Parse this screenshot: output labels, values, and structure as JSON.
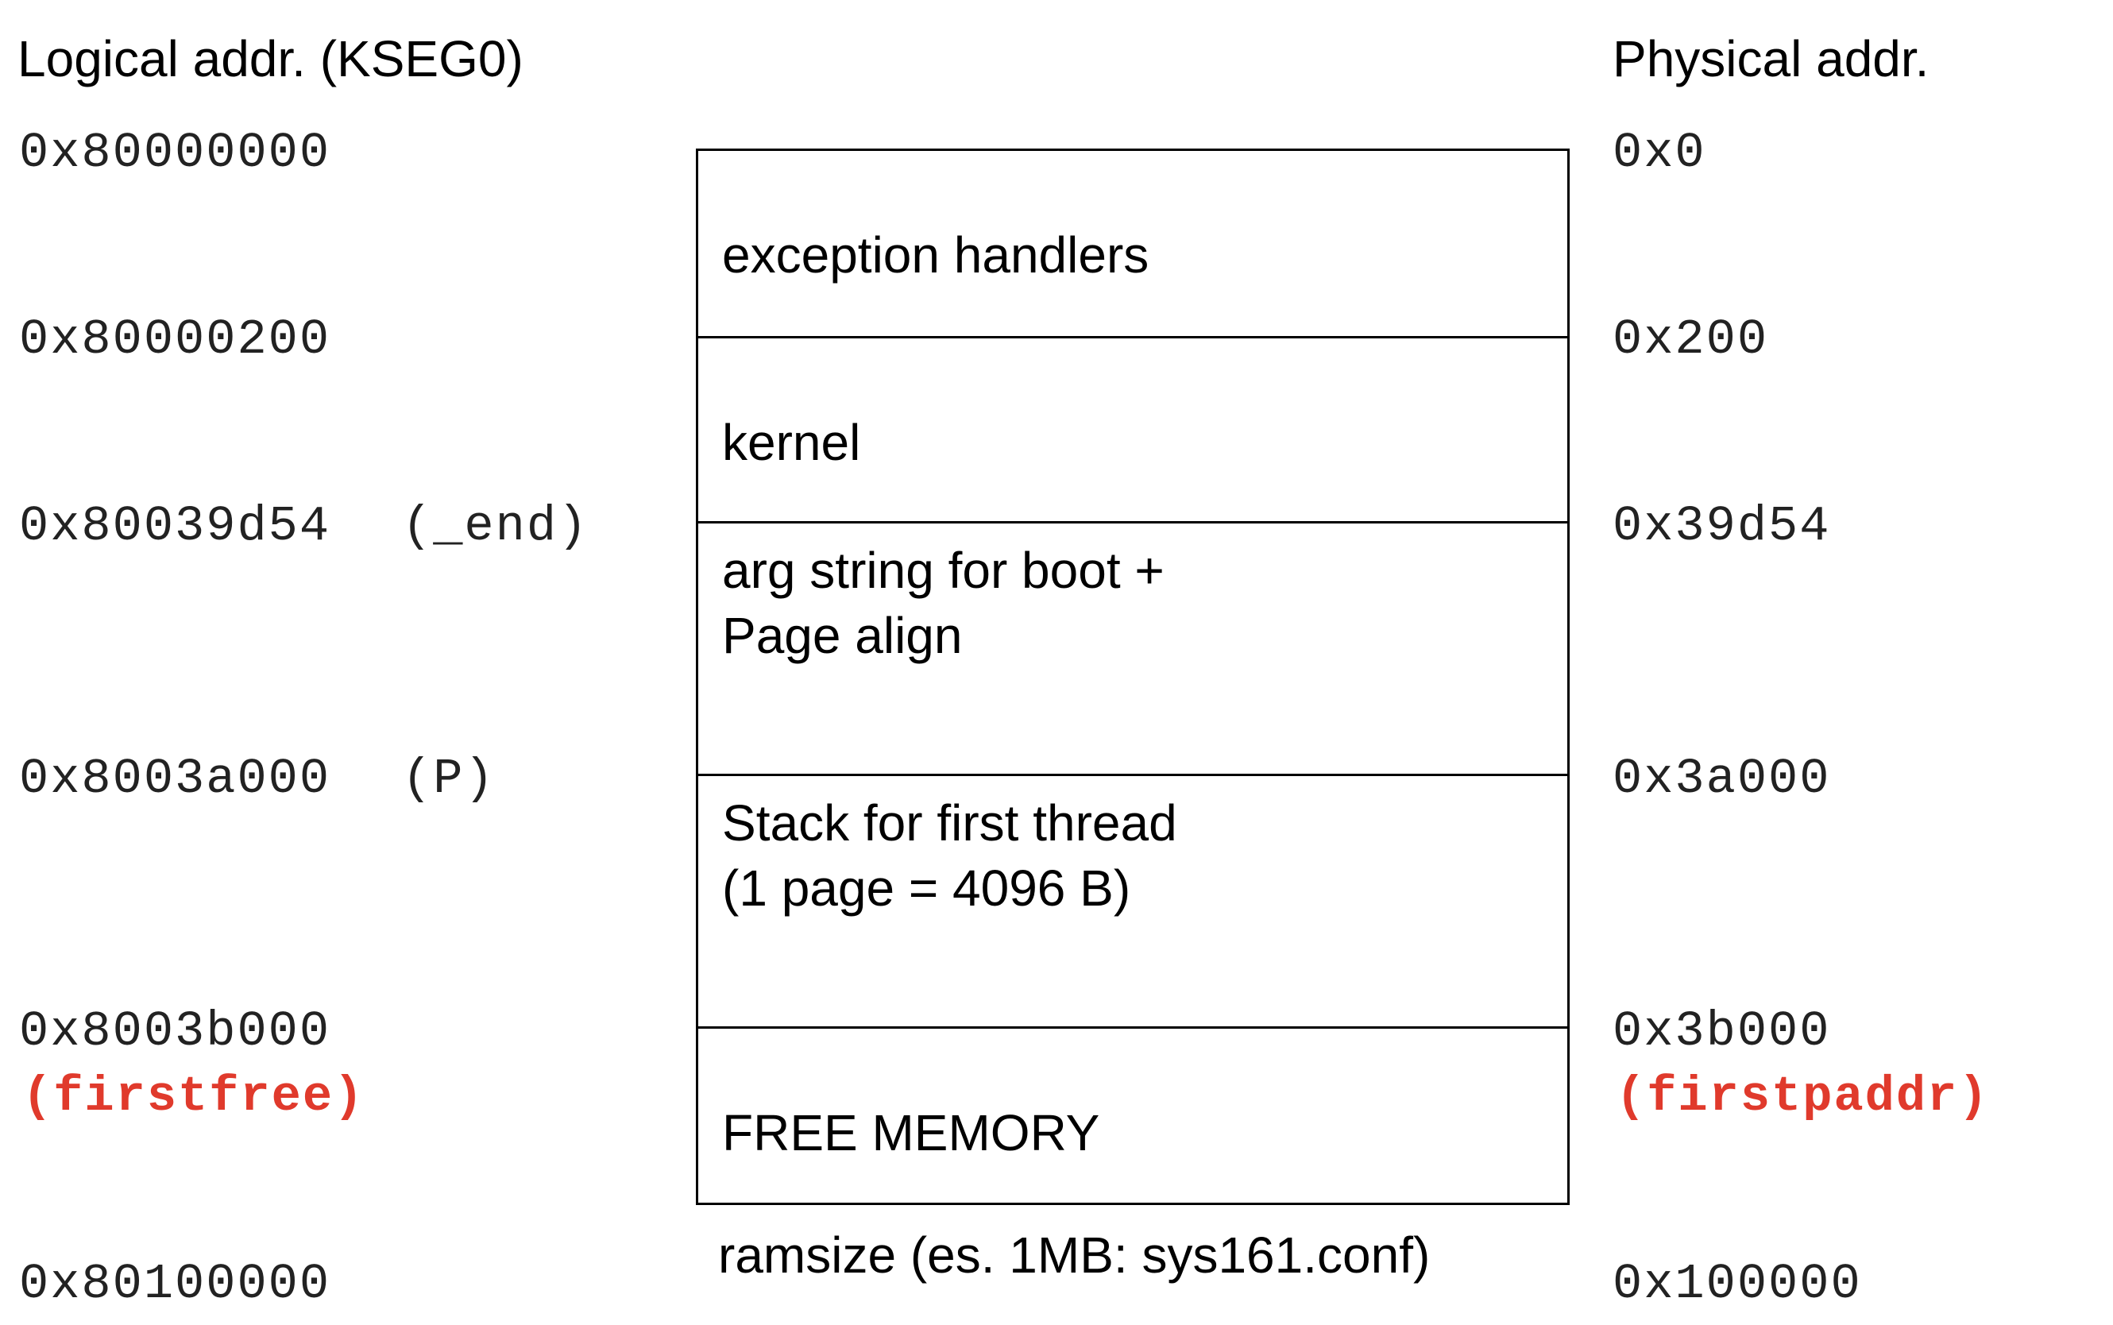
{
  "headers": {
    "logical": "Logical addr. (KSEG0)",
    "physical": "Physical addr."
  },
  "logical_addrs": [
    {
      "addr": "0x80000000"
    },
    {
      "addr": "0x80000200"
    },
    {
      "addr": "0x80039d54",
      "suffix": "(_end)"
    },
    {
      "addr": "0x8003a000",
      "suffix": "(P)"
    },
    {
      "addr": "0x8003b000",
      "note": "(firstfree)"
    },
    {
      "addr": "0x80100000"
    }
  ],
  "physical_addrs": [
    {
      "addr": "0x0"
    },
    {
      "addr": "0x200"
    },
    {
      "addr": "0x39d54"
    },
    {
      "addr": "0x3a000"
    },
    {
      "addr": "0x3b000",
      "note": "(firstpaddr)"
    },
    {
      "addr": "0x100000"
    }
  ],
  "regions": [
    {
      "label": "exception handlers"
    },
    {
      "label": "kernel"
    },
    {
      "label": "arg string for boot +\nPage align"
    },
    {
      "label": "Stack for first thread\n(1 page = 4096 B)"
    },
    {
      "label": "FREE MEMORY"
    }
  ],
  "ramsize_label": "ramsize (es. 1MB: sys161.conf)",
  "colors": {
    "text": "#000000",
    "address_text": "#222222",
    "highlight": "#e03a2c",
    "border": "#000000"
  }
}
